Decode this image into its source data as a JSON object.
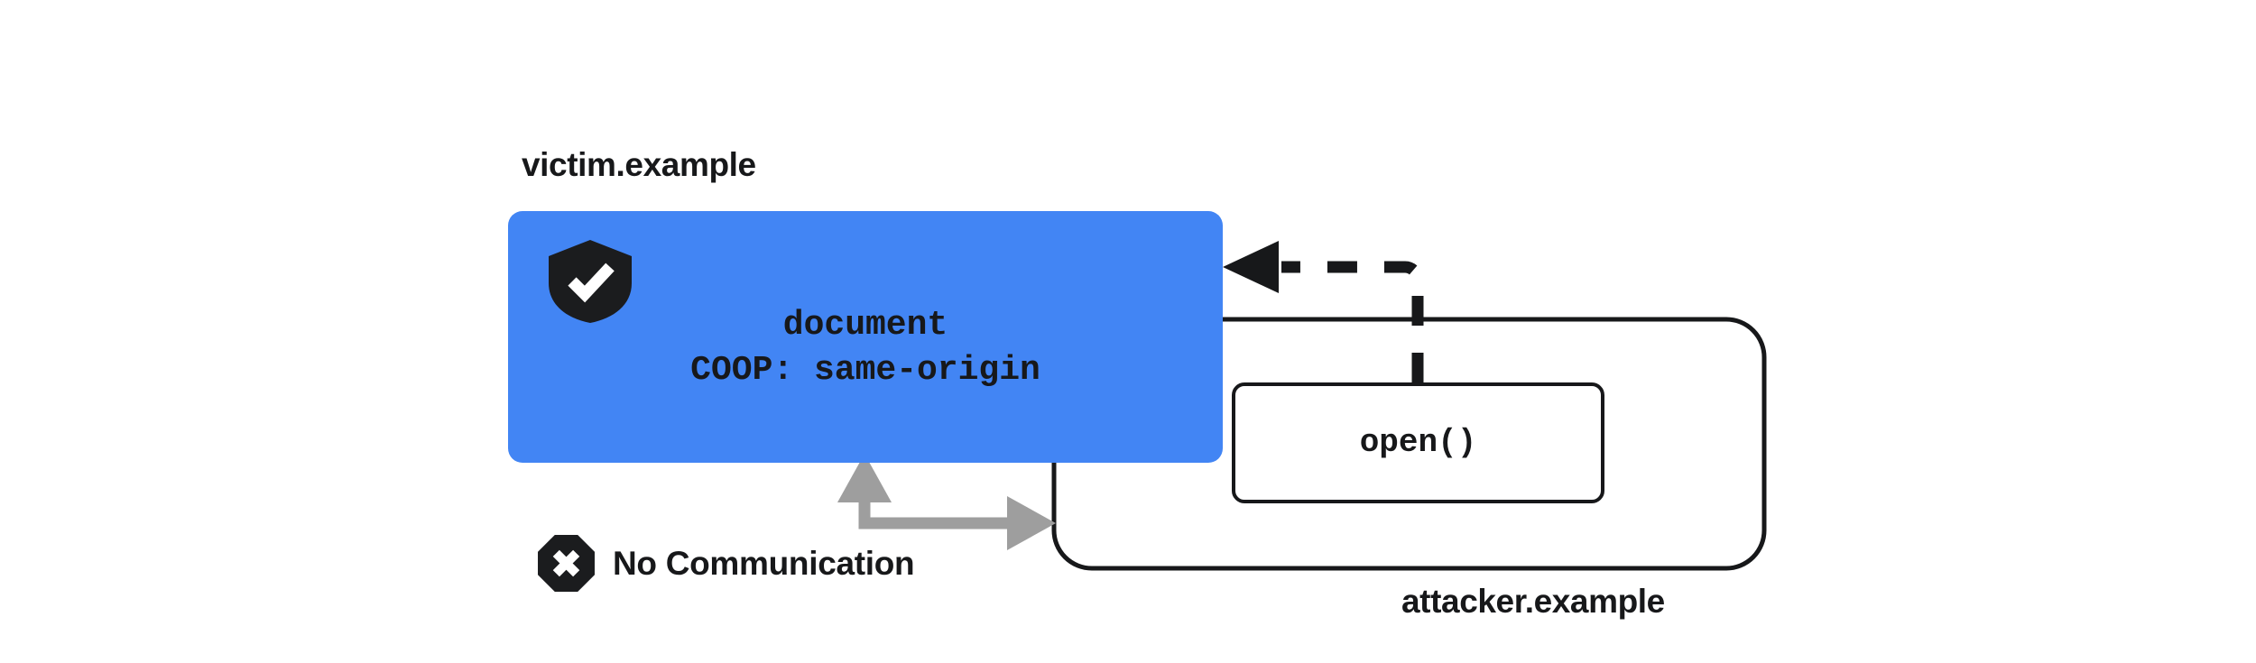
{
  "diagram": {
    "title_victim": "victim.example",
    "title_attacker": "attacker.example",
    "colors": {
      "victim_box": "#4285f4",
      "outline": "#17181a",
      "no_communication_arrow": "#9e9e9e",
      "background": "#ffffff",
      "shield_check": "#ffffff"
    }
  },
  "victim": {
    "label": "victim.example",
    "icon": "shield-check-icon",
    "document_line": "document",
    "header_line": "COOP: same-origin"
  },
  "attacker": {
    "label": "attacker.example",
    "open_call": "open()"
  },
  "connectors": {
    "open_to_document": {
      "style": "dashed",
      "direction": "right-to-left",
      "arrowhead": "left"
    },
    "no_communication": {
      "style": "solid",
      "color": "#9e9e9e",
      "arrowheads": "both"
    }
  },
  "note": {
    "icon": "octagon-x-icon",
    "label": "No Communication"
  }
}
